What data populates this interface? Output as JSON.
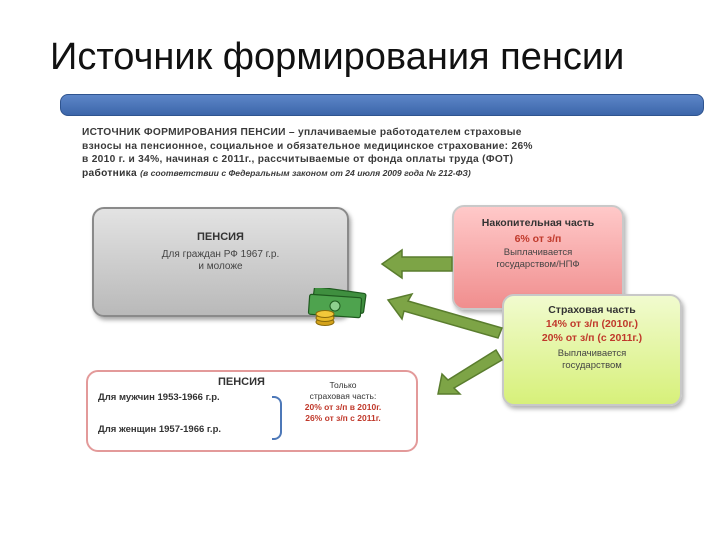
{
  "slide": {
    "title": "Источник формирования пенсии"
  },
  "intro": {
    "line1": "ИСТОЧНИК ФОРМИРОВАНИЯ ПЕНСИИ – уплачиваемые работодателем страховые",
    "line2": "взносы на пенсионное, социальное и обязательное медицинское страхование: 26%",
    "line3": "в 2010 г. и 34%, начиная с 2011г., рассчитываемые от фонда оплаты труда (ФОТ)",
    "line4_main": "работника",
    "line4_ref": "(в соответствии с Федеральным законом от 24 июля 2009 года № 212-ФЗ)"
  },
  "pension_box": {
    "title": "ПЕНСИЯ",
    "line1": "Для граждан РФ 1967 г.р.",
    "line2": "и моложе"
  },
  "funded_box": {
    "title": "Накопительная часть",
    "rate": "6% от з/п",
    "line1": "Выплачивается",
    "line2": "государством/НПФ"
  },
  "insurance_box": {
    "title": "Страховая часть",
    "rate1": "14% от з/п (2010г.)",
    "rate2": "20% от з/п (с 2011г.)",
    "line1": "Выплачивается",
    "line2": "государством"
  },
  "pension_box2": {
    "title": "ПЕНСИЯ",
    "men": "Для мужчин 1953-1966 г.р.",
    "women": "Для женщин 1957-1966 г.р.",
    "note1": "Только",
    "note2": "страховая часть:",
    "note3": "20% от з/п в 2010г.",
    "note4": "26% от з/п с 2011г."
  },
  "colors": {
    "title_bar": "#4a73b8",
    "arrow": "#6f9a3a",
    "funded_bg": "#f4a3a3",
    "insurance_bg": "#e2f59b",
    "rate_red": "#c0392b"
  }
}
